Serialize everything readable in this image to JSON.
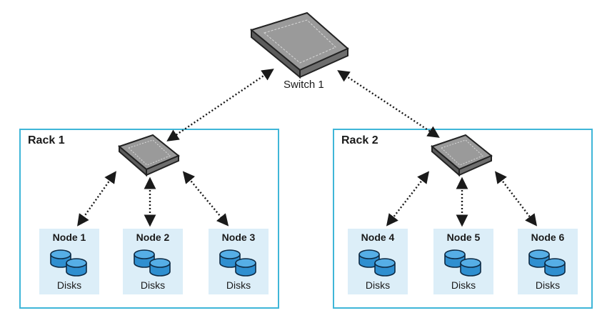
{
  "core_switch": {
    "label": "Switch 1"
  },
  "racks": [
    {
      "title": "Rack 1",
      "nodes": [
        {
          "label": "Node 1",
          "disk_label": "Disks"
        },
        {
          "label": "Node 2",
          "disk_label": "Disks"
        },
        {
          "label": "Node 3",
          "disk_label": "Disks"
        }
      ]
    },
    {
      "title": "Rack 2",
      "nodes": [
        {
          "label": "Node 4",
          "disk_label": "Disks"
        },
        {
          "label": "Node 5",
          "disk_label": "Disks"
        },
        {
          "label": "Node 6",
          "disk_label": "Disks"
        }
      ]
    }
  ],
  "colors": {
    "rack_border": "#3fb6d8",
    "node_fill": "#dceef8",
    "disk_fill": "#2f8fd0",
    "switch_top": "#8a8a8a",
    "link": "#1a1a1a"
  }
}
